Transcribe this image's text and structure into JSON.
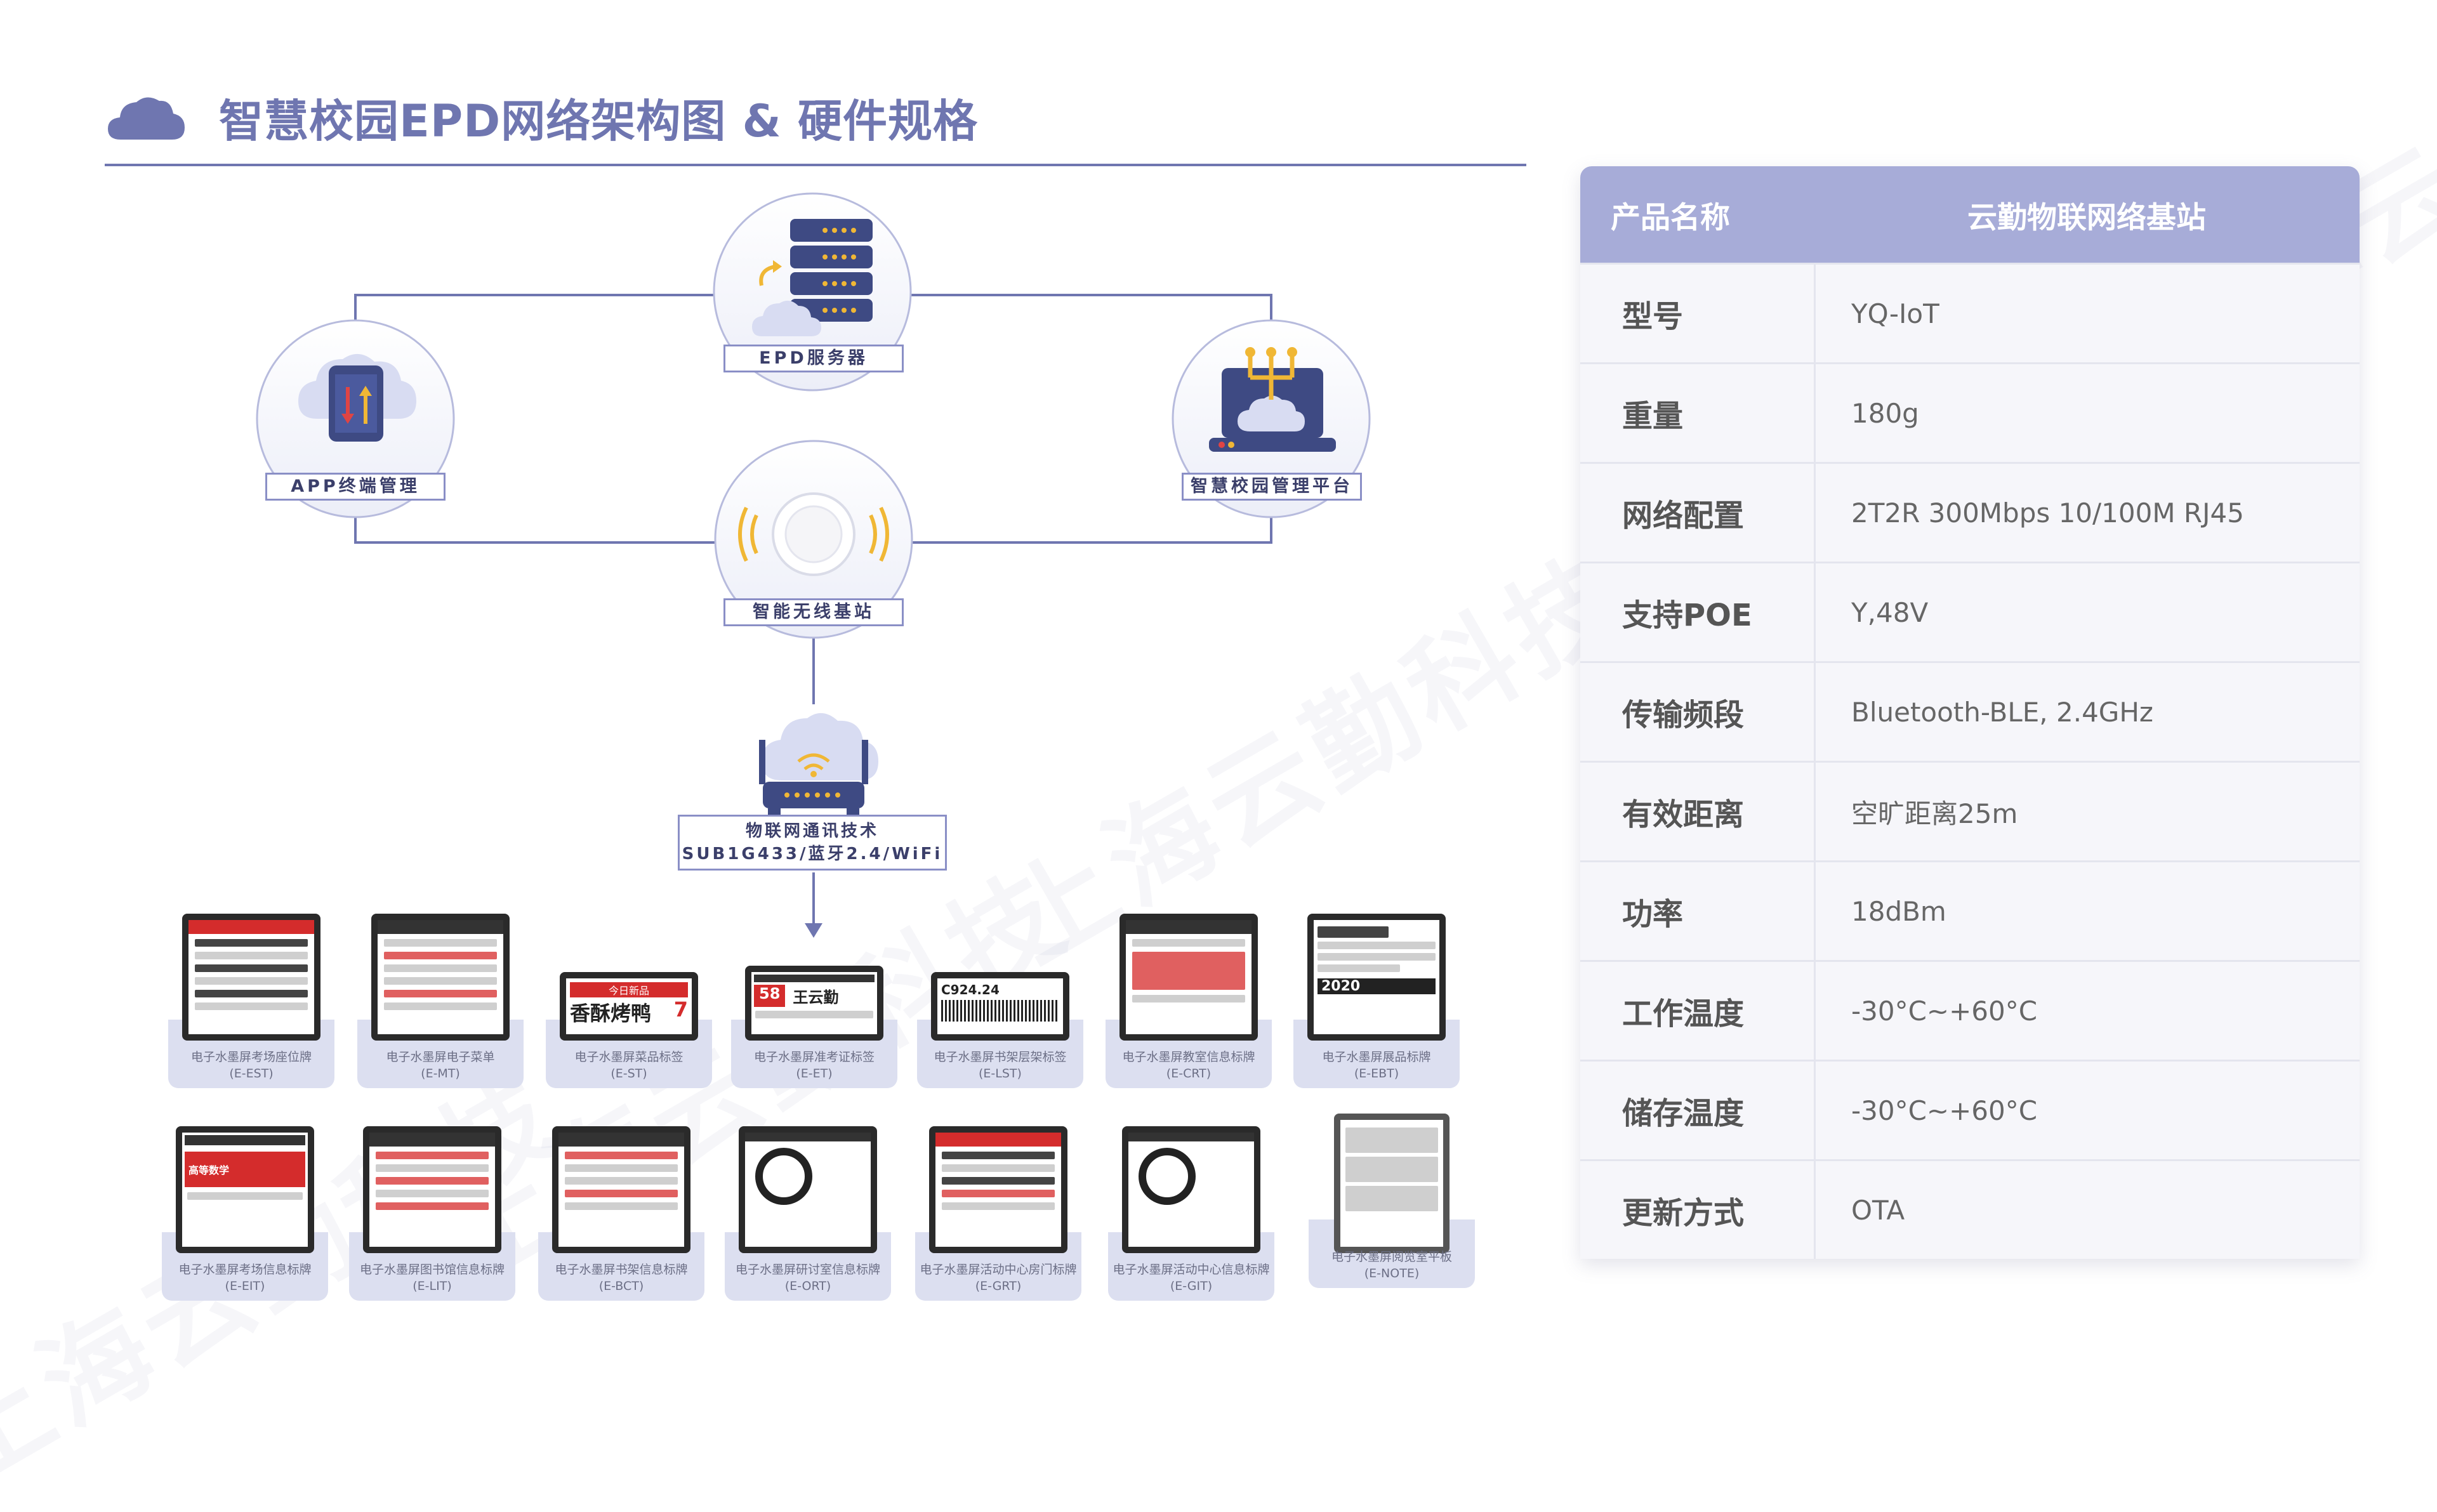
{
  "header": {
    "title": "智慧校园EPD网络架构图 & 硬件规格",
    "icon": "cloud-icon",
    "accent": "#6f76b0"
  },
  "watermark": "上海云勤科技",
  "nodes": {
    "server": {
      "label": "EPD服务器",
      "icon": "server-icon"
    },
    "app": {
      "label": "APP终端管理",
      "icon": "cloud-phone-icon"
    },
    "platform": {
      "label": "智慧校园管理平台",
      "icon": "laptop-cloud-icon"
    },
    "ap": {
      "label": "智能无线基站",
      "icon": "wireless-ap-icon"
    },
    "iot": {
      "label_line1": "物联网通讯技术",
      "label_line2": "SUB1G433/蓝牙2.4/WiFi",
      "icon": "router-cloud-icon"
    }
  },
  "devices_row1": [
    {
      "name": "电子水墨屏考场座位牌",
      "code": "(E-EST)"
    },
    {
      "name": "电子水墨屏电子菜单",
      "code": "(E-MT)"
    },
    {
      "name": "电子水墨屏菜品标签",
      "code": "(E-ST)",
      "screen_text": "香酥烤鸭",
      "screen_sub": "今日新品",
      "price": "7"
    },
    {
      "name": "电子水墨屏准考证标签",
      "code": "(E-ET)",
      "screen_text": "王云勤",
      "screen_num": "58"
    },
    {
      "name": "电子水墨屏书架层架标签",
      "code": "(E-LST)",
      "screen_text": "C924.24"
    },
    {
      "name": "电子水墨屏教室信息标牌",
      "code": "(E-CRT)"
    },
    {
      "name": "电子水墨屏展品标牌",
      "code": "(E-EBT)",
      "screen_text": "2020"
    }
  ],
  "devices_row2": [
    {
      "name": "电子水墨屏考场信息标牌",
      "code": "(E-EIT)",
      "screen_text": "高等数学"
    },
    {
      "name": "电子水墨屏图书馆信息标牌",
      "code": "(E-LIT)"
    },
    {
      "name": "电子水墨屏书架信息标牌",
      "code": "(E-BCT)"
    },
    {
      "name": "电子水墨屏研讨室信息标牌",
      "code": "(E-ORT)"
    },
    {
      "name": "电子水墨屏活动中心房门标牌",
      "code": "(E-GRT)"
    },
    {
      "name": "电子水墨屏活动中心信息标牌",
      "code": "(E-GIT)"
    },
    {
      "name": "电子水墨屏阅览室平板",
      "code": "(E-NOTE)"
    }
  ],
  "spec": {
    "header_key": "产品名称",
    "header_value": "云勤物联网络基站",
    "rows": [
      {
        "k": "型号",
        "v": "YQ-IoT"
      },
      {
        "k": "重量",
        "v": "180g"
      },
      {
        "k": "网络配置",
        "v": "2T2R 300Mbps 10/100M RJ45"
      },
      {
        "k": "支持POE",
        "v": "Y,48V"
      },
      {
        "k": "传输频段",
        "v": "Bluetooth-BLE, 2.4GHz"
      },
      {
        "k": "有效距离",
        "v": "空旷距离25m"
      },
      {
        "k": "功率",
        "v": "18dBm"
      },
      {
        "k": "工作温度",
        "v": "-30°C~+60°C"
      },
      {
        "k": "储存温度",
        "v": "-30°C~+60°C"
      },
      {
        "k": "更新方式",
        "v": "OTA"
      }
    ]
  }
}
